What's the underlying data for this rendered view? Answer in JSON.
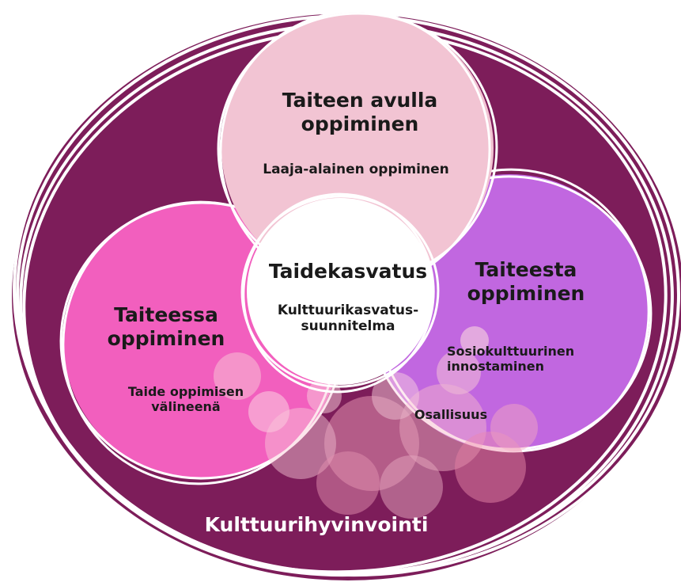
{
  "colors": {
    "outer": "#7d1d5a",
    "top_circle": "#f2c4d3",
    "left_circle": "#f25fbe",
    "right_circle": "#c167e0",
    "center_circle": "#ffffff",
    "ring": "#ffffff",
    "flower": "#f3a4bd"
  },
  "center": {
    "title": "Taidekasvatus",
    "subtitle_line1": "Kulttuurikasvatus-",
    "subtitle_line2": "suunnitelma"
  },
  "top": {
    "title_line1": "Taiteen avulla",
    "title_line2": "oppiminen",
    "subtitle": "Laaja-alainen oppiminen"
  },
  "left": {
    "title_line1": "Taiteessa",
    "title_line2": "oppiminen",
    "subtitle_line1": "Taide oppimisen",
    "subtitle_line2": "välineenä"
  },
  "right": {
    "title_line1": "Taiteesta",
    "title_line2": "oppiminen",
    "subtitle_line1": "Sosiokulttuurinen",
    "subtitle_line2": "innostaminen",
    "extra": "Osallisuus"
  },
  "bottom": {
    "label": "Kulttuurihyvinvointi"
  }
}
